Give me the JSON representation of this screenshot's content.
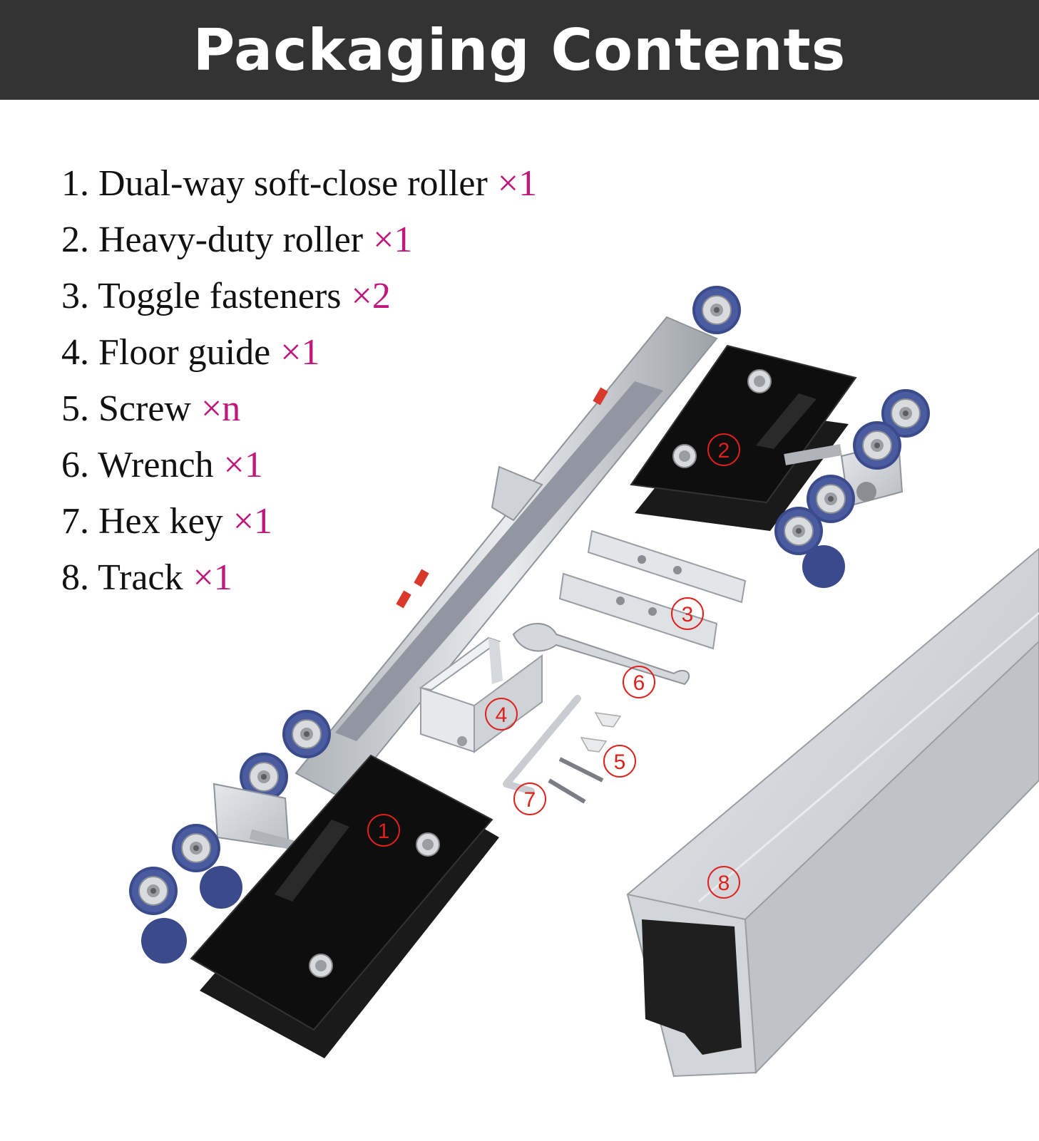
{
  "title": "Packaging Contents",
  "items": [
    {
      "number": "1.",
      "name": "Dual-way soft-close roller",
      "qty": "×1"
    },
    {
      "number": "2.",
      "name": "Heavy-duty roller",
      "qty": "×1"
    },
    {
      "number": "3.",
      "name": "Toggle fasteners",
      "qty": "×2"
    },
    {
      "number": "4.",
      "name": "Floor guide",
      "qty": "×1"
    },
    {
      "number": "5.",
      "name": "Screw",
      "qty": "×n"
    },
    {
      "number": "6.",
      "name": "Wrench",
      "qty": "×1"
    },
    {
      "number": "7.",
      "name": "Hex key",
      "qty": "×1"
    },
    {
      "number": "8.",
      "name": "Track",
      "qty": "×1"
    }
  ],
  "callouts": [
    "1",
    "2",
    "3",
    "4",
    "5",
    "6",
    "7",
    "8"
  ],
  "colors": {
    "header_bg": "#333333",
    "quantity": "#c0177a",
    "callout": "#e0201b",
    "wheel": "#3a4a8a",
    "aluminum": "#c9cdd2",
    "clamp": "#111111"
  }
}
